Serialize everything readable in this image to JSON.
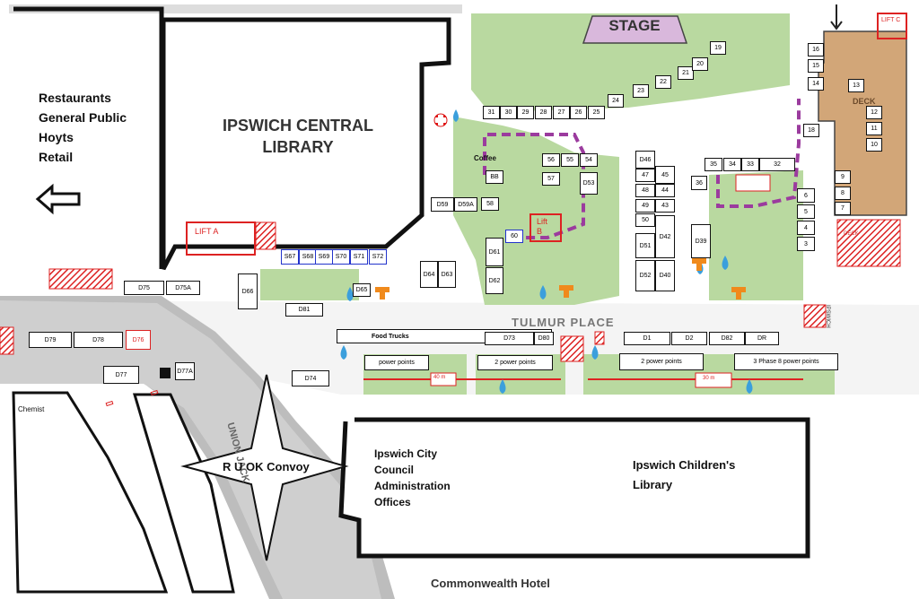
{
  "title": "",
  "stage": "STAGE",
  "library_central": [
    "IPSWICH CENTRAL",
    "LIBRARY"
  ],
  "left_list": [
    "Restaurants",
    "General Public",
    "Hoyts",
    "Retail"
  ],
  "lift_a": "LIFT A",
  "lift_b": [
    "Lift",
    "B"
  ],
  "lift_c": "LIFT C",
  "coffee": "Coffee",
  "tulmur": "TULMUR PLACE",
  "food_trucks": "Food Trucks",
  "power_points": [
    "power points",
    "2 power points",
    "2 power points",
    "3 Phase 8 power points"
  ],
  "dist_labels": [
    "40 m",
    "30 m"
  ],
  "convoy": "R U OK Convoy",
  "council": [
    "Ipswich City",
    "Council",
    "Administration",
    "Offices"
  ],
  "children_library": [
    "Ipswich Children's",
    "Library"
  ],
  "hotel": "Commonwealth Hotel",
  "chemist": "Chemist",
  "street": "UNION JACK",
  "ipswich_side": "IPSWICH",
  "deck": "DECK",
  "stalls_top": [
    "31",
    "30",
    "29",
    "28",
    "27",
    "26",
    "25",
    "24",
    "23",
    "22",
    "21",
    "20",
    "19"
  ],
  "stalls_right": [
    "16",
    "15",
    "14",
    "13",
    "12",
    "11",
    "10",
    "9",
    "8",
    "7",
    "18"
  ],
  "stalls_mid": [
    "56",
    "55",
    "54",
    "57",
    "D53",
    "BB",
    "D59",
    "D59A",
    "58",
    "60",
    "D61",
    "D62",
    "D64",
    "D63",
    "D65",
    "D66",
    "D81"
  ],
  "stalls_blue": [
    "S67",
    "S68",
    "S69",
    "S70",
    "S71",
    "S72"
  ],
  "stalls_col": [
    "D46",
    "47",
    "45",
    "48",
    "44",
    "49",
    "43",
    "50",
    "D42",
    "D51",
    "D40",
    "D52",
    "D39"
  ],
  "stalls_35": [
    "35",
    "34",
    "33",
    "32",
    "36",
    "6",
    "5",
    "4",
    "3"
  ],
  "stalls_bottom": [
    "D75",
    "D75A",
    "D79",
    "D78",
    "D77",
    "D77A",
    "D74",
    "D73",
    "D80",
    "D1",
    "D2",
    "D82",
    "DR",
    "D76"
  ]
}
